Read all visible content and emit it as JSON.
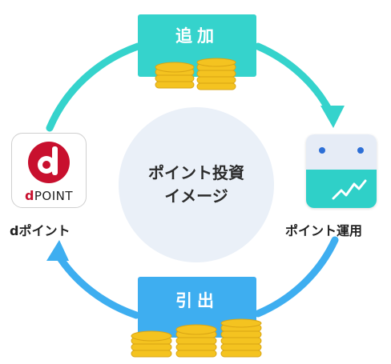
{
  "center": {
    "line1": "ポイント投資",
    "line2": "イメージ"
  },
  "add_banner": {
    "label": "追加"
  },
  "withdraw_banner": {
    "label": "引出"
  },
  "dpoint": {
    "logo_text": "POINT",
    "logo_prefix": "d",
    "label": "dポイント"
  },
  "investment": {
    "label": "ポイント運用"
  },
  "colors": {
    "add_accent": "#35d3cc",
    "withdraw_accent": "#3eaef0",
    "center_bg": "#eaf0f8",
    "dpoint_red": "#c8102e",
    "coin_gold": "#f4c320"
  },
  "icons": [
    "cycle-arrow-icon",
    "coin-stack-icon",
    "dpoint-logo-icon",
    "investment-chart-icon"
  ]
}
